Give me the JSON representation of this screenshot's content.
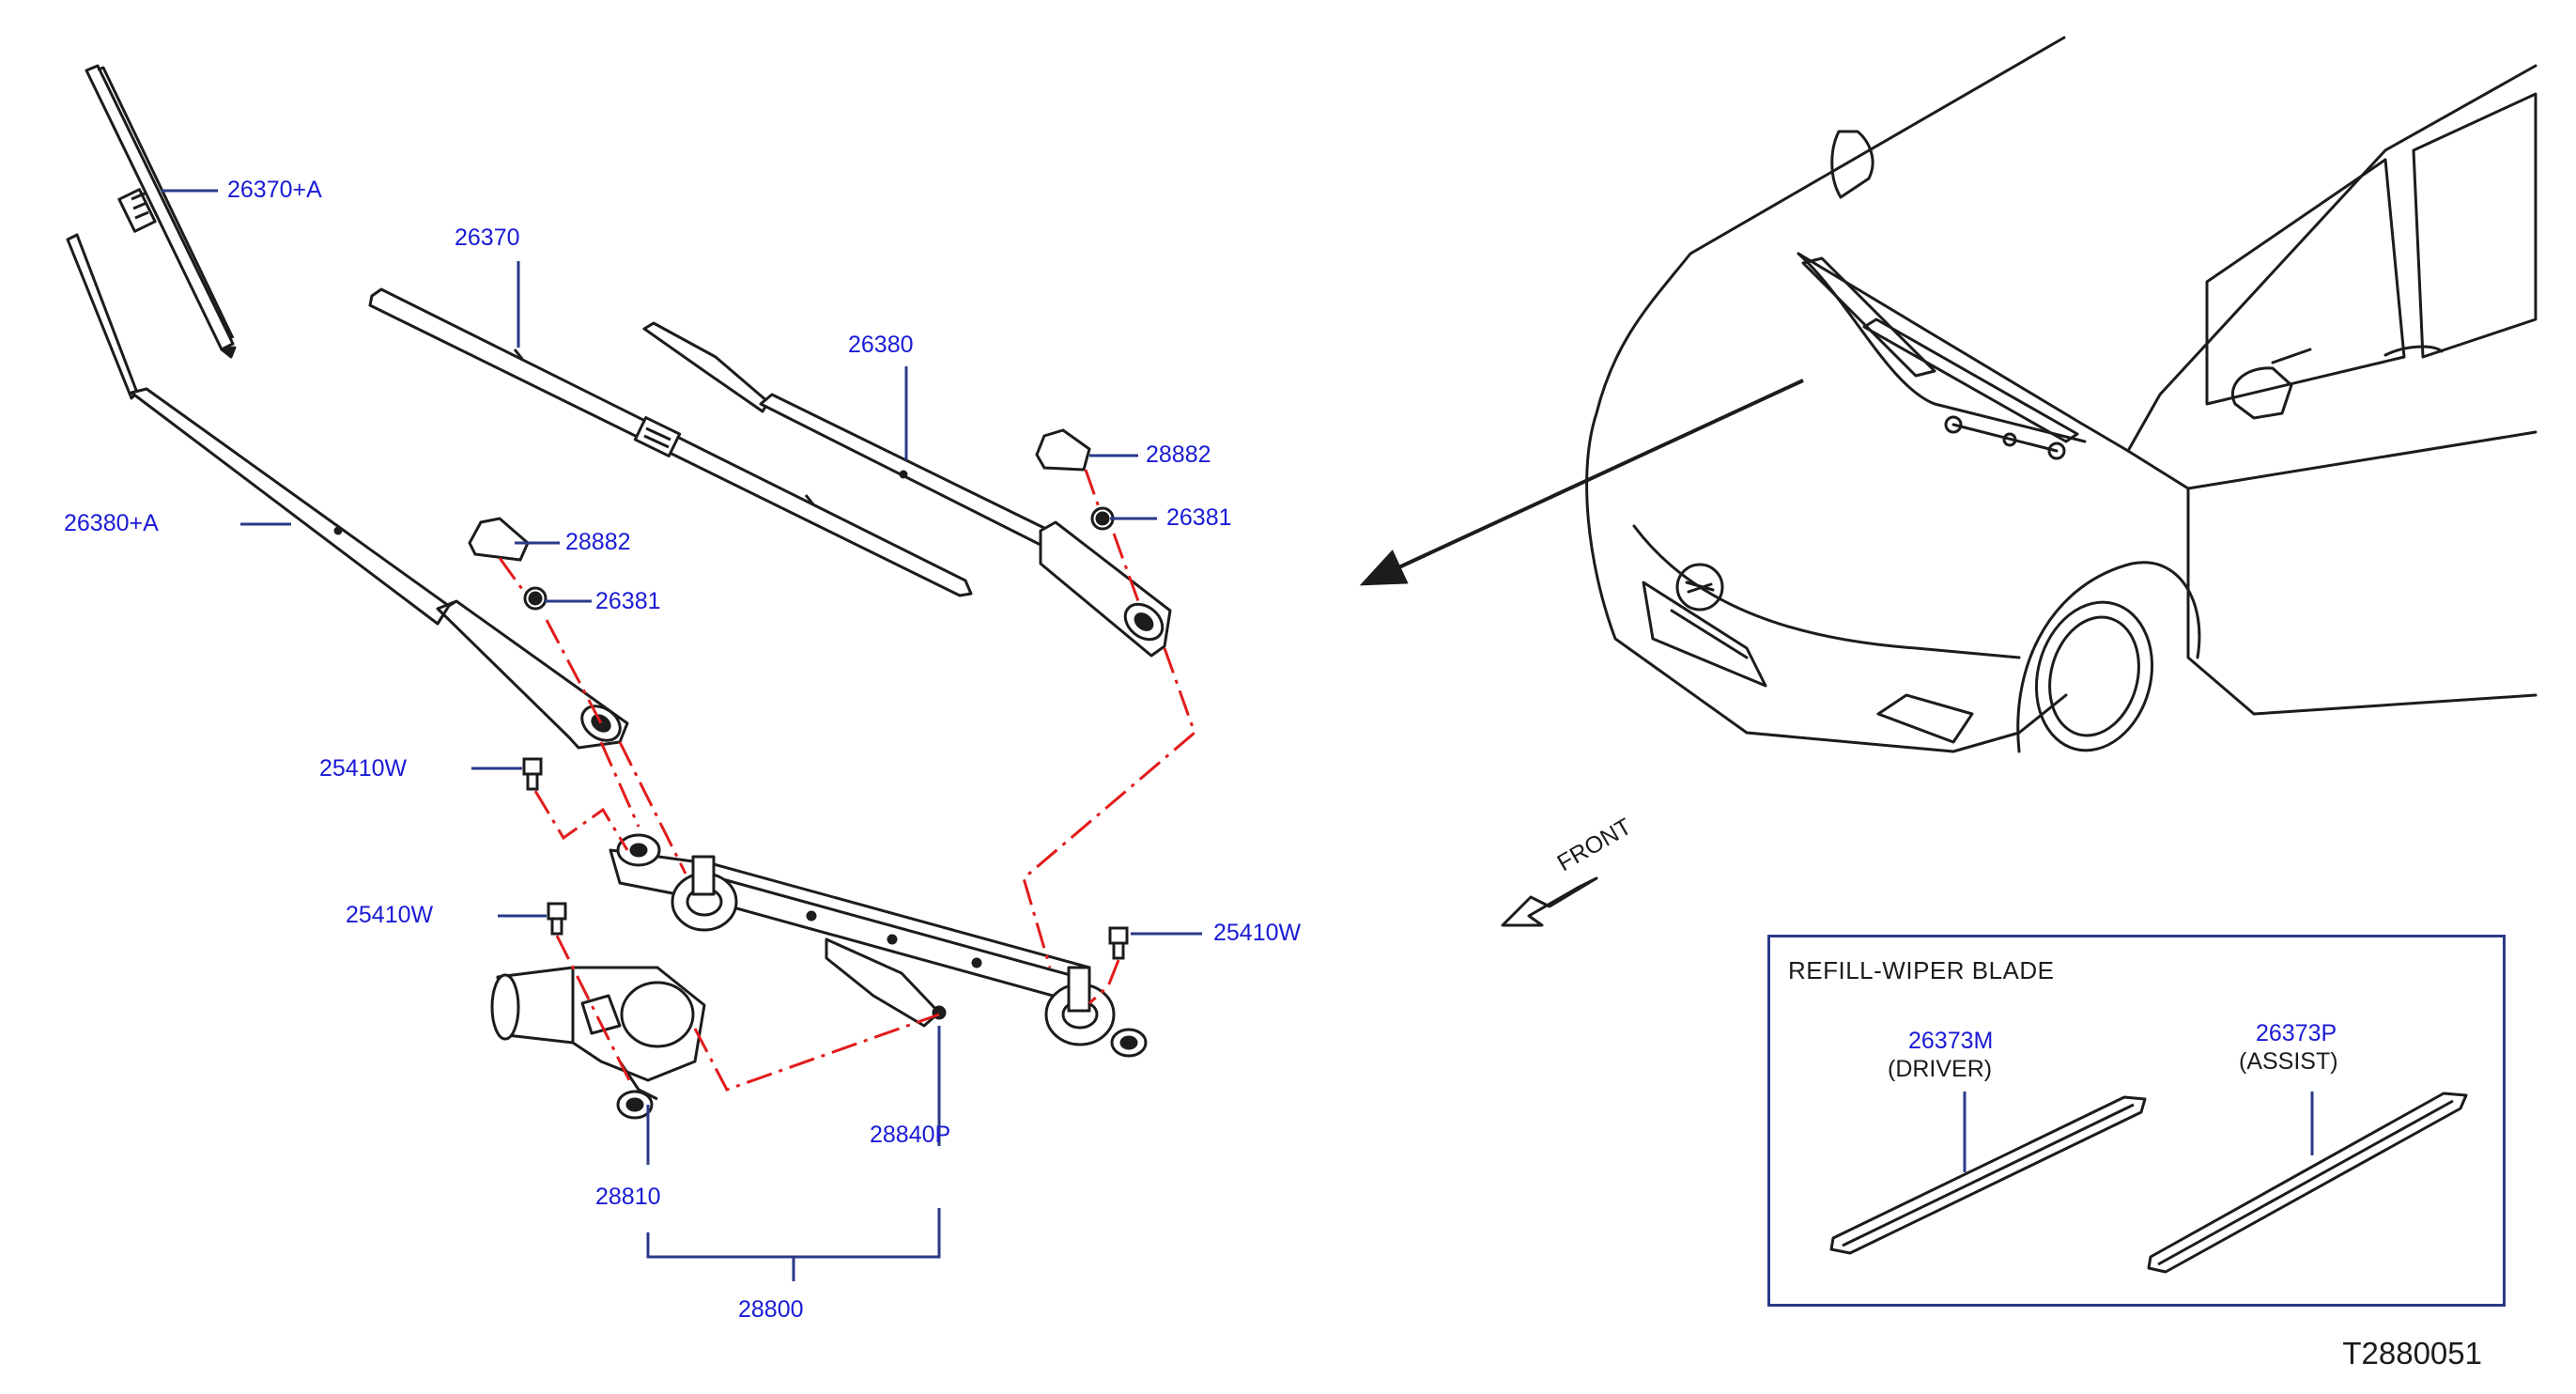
{
  "parts": {
    "blade_26370_a": "26370+A",
    "blade_26370": "26370",
    "arm_26380": "26380",
    "arm_26380_a": "26380+A",
    "cap_28882_right": "28882",
    "cap_28882_left": "28882",
    "nut_26381_right": "26381",
    "nut_26381_left": "26381",
    "bolt_25410w_top": "25410W",
    "bolt_25410w_mid": "25410W",
    "bolt_25410w_right": "25410W",
    "motor_28810": "28810",
    "linkage_28840p": "28840P",
    "assembly_28800": "28800"
  },
  "front_label": "FRONT",
  "refill": {
    "title": "REFILL-WIPER   BLADE",
    "driver_part": "26373M",
    "driver_label": "(DRIVER)",
    "assist_part": "26373P",
    "assist_label": "(ASSIST)"
  },
  "diagram_id": "T2880051",
  "colors": {
    "line": "#1c1c1c",
    "label": "#1a1ad6",
    "leader": "#2a3a88",
    "dash": "#e21b1b"
  }
}
